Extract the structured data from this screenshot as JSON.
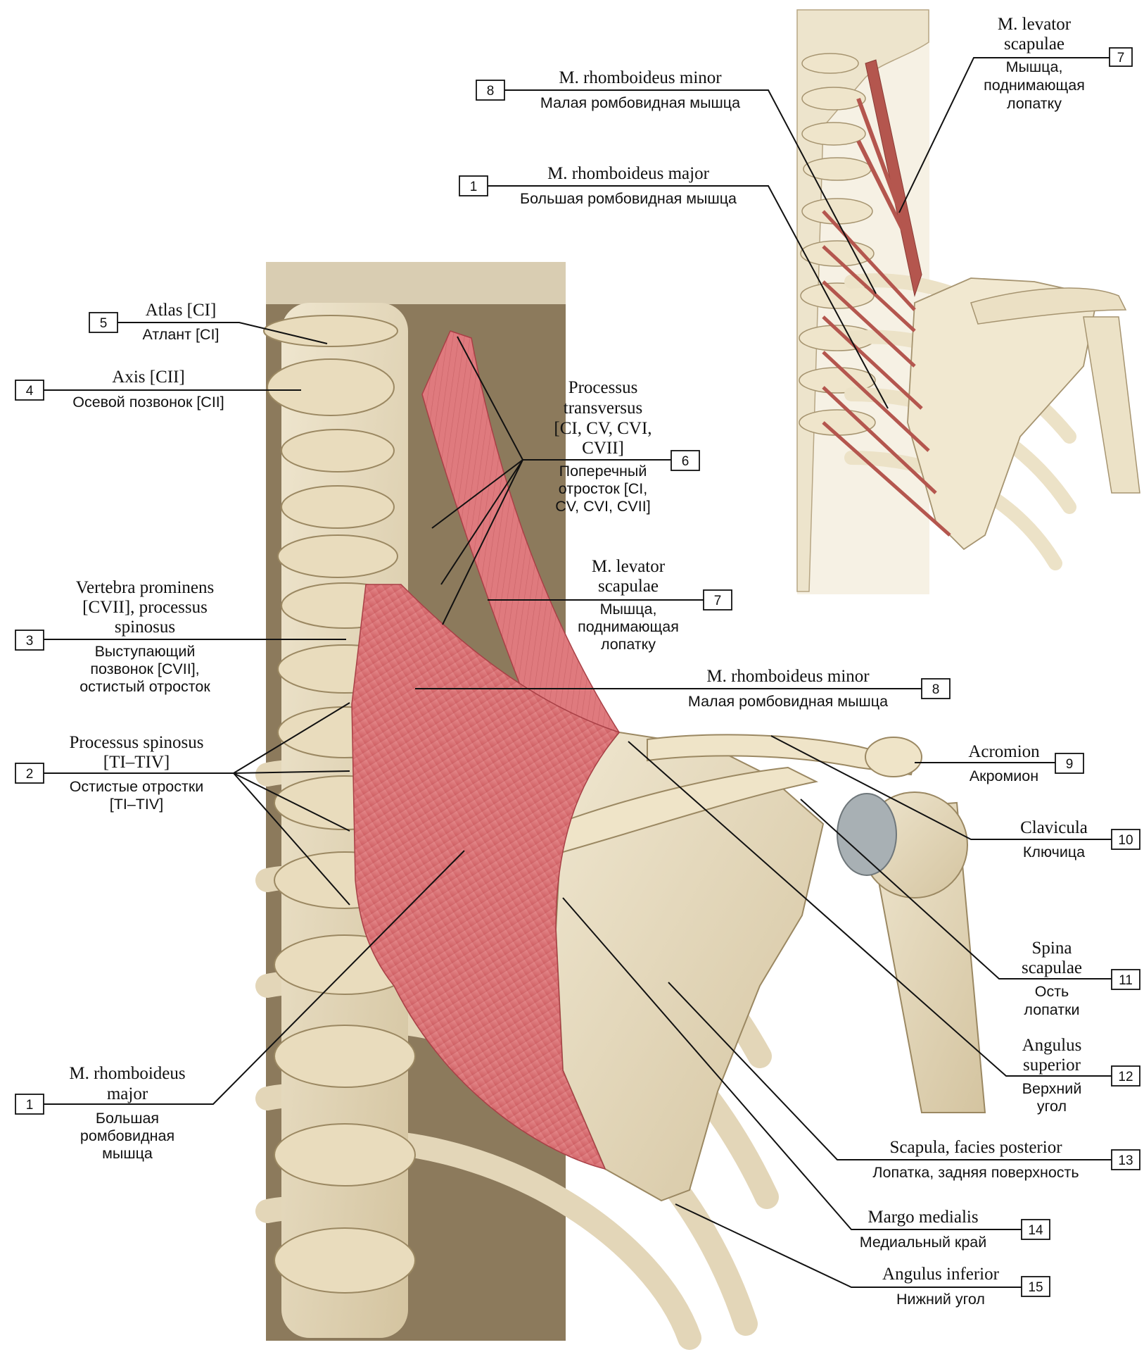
{
  "labels": {
    "inset_7": {
      "num": "7",
      "latin1": "M. levator",
      "latin2": "scapulae",
      "ru1": "Мышца,",
      "ru2": "поднимающая",
      "ru3": "лопатку"
    },
    "inset_8": {
      "num": "8",
      "latin": "M. rhomboideus minor",
      "ru": "Малая ромбовидная мышца"
    },
    "inset_1": {
      "num": "1",
      "latin": "M. rhomboideus major",
      "ru": "Большая ромбовидная мышца"
    },
    "atlas": {
      "num": "5",
      "latin": "Atlas [CI]",
      "ru": "Атлант [CI]"
    },
    "axis": {
      "num": "4",
      "latin": "Axis [CII]",
      "ru": "Осевой позвонок [CII]"
    },
    "transversus": {
      "num": "6",
      "latin1": "Processus",
      "latin2": "transversus",
      "latin3": "[CI, CV, CVI,",
      "latin4": "CVII]",
      "ru1": "Поперечный",
      "ru2": "отросток [CI,",
      "ru3": "CV, CVI, CVII]"
    },
    "levator": {
      "num": "7",
      "latin1": "M. levator",
      "latin2": "scapulae",
      "ru1": "Мышца,",
      "ru2": "поднимающая",
      "ru3": "лопатку"
    },
    "prominens": {
      "num": "3",
      "latin1": "Vertebra prominens",
      "latin2": "[CVII], processus",
      "latin3": "spinosus",
      "ru1": "Выступающий",
      "ru2": "позвонок [CVII],",
      "ru3": "остистый отросток"
    },
    "minor": {
      "num": "8",
      "latin": "M. rhomboideus minor",
      "ru": "Малая ромбовидная мышца"
    },
    "spinosus": {
      "num": "2",
      "latin1": "Processus spinosus",
      "latin2": "[TI–TIV]",
      "ru1": "Остистые отростки",
      "ru2": "[TI–TIV]"
    },
    "acromion": {
      "num": "9",
      "latin": "Acromion",
      "ru": "Акромион"
    },
    "clavicula": {
      "num": "10",
      "latin": "Clavicula",
      "ru": "Ключица"
    },
    "spina": {
      "num": "11",
      "latin1": "Spina",
      "latin2": "scapulae",
      "ru1": "Ость",
      "ru2": "лопатки"
    },
    "superior": {
      "num": "12",
      "latin1": "Angulus",
      "latin2": "superior",
      "ru1": "Верхний",
      "ru2": "угол"
    },
    "major": {
      "num": "1",
      "latin1": "M. rhomboideus",
      "latin2": "major",
      "ru1": "Большая",
      "ru2": "ромбовидная",
      "ru3": "мышца"
    },
    "facies": {
      "num": "13",
      "latin": "Scapula, facies posterior",
      "ru": "Лопатка, задняя поверхность"
    },
    "margo": {
      "num": "14",
      "latin": "Margo medialis",
      "ru": "Медиальный край"
    },
    "inferior": {
      "num": "15",
      "latin": "Angulus inferior",
      "ru": "Нижний угол"
    }
  },
  "colors": {
    "muscle": "#d96a6e",
    "bone": "#e3d6b8",
    "background": "#8c7a5c"
  }
}
